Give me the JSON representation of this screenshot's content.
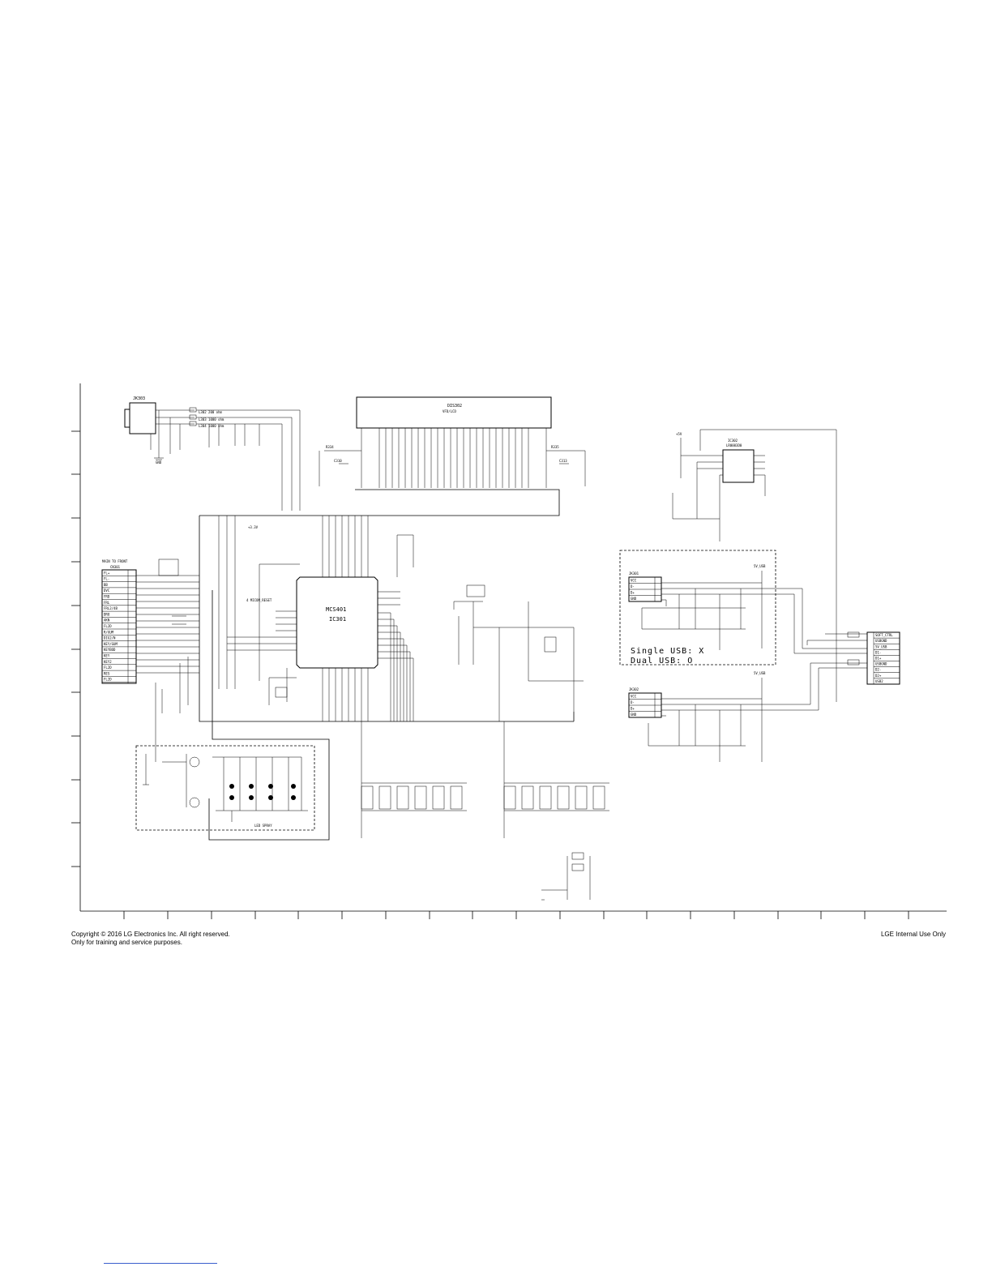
{
  "footer": {
    "copyright_line1": "Copyright © 2016 LG Electronics Inc. All right reserved.",
    "copyright_line2": "Only for training and service purposes.",
    "internal": "LGE Internal Use Only"
  },
  "schematic": {
    "ic_main": {
      "ref": "IC301",
      "part": "MCS401"
    },
    "ic_power": {
      "ref": "IC302",
      "part": "LR0003D0"
    },
    "display": {
      "ref": "DIS302",
      "part": "VFD/LCD"
    },
    "jack_top": "JK303",
    "connector_left": {
      "ref": "CN301",
      "title": "MAIN TO FRONT",
      "pins": [
        "FL+",
        "FL-",
        "BB",
        "DVC",
        "FRD",
        "FRL",
        "FRL2/4B",
        "DRO",
        "AKN",
        "FL2D",
        "R/GUM",
        "DIG2/N",
        "KEY/GUM",
        "KEYBOD",
        "KEY",
        "KEY2",
        "FL2D",
        "RES",
        "FL2D"
      ]
    },
    "connector_right": {
      "pins": [
        "SOFT_CTRL",
        "USBGND",
        "5V_USB",
        "D1-",
        "D1+",
        "USBGND",
        "D2-",
        "D2+",
        "USB2"
      ]
    },
    "usb_upper": {
      "ref": "JK301",
      "pins": [
        "VCC",
        "D-",
        "D+",
        "GND"
      ],
      "label": "5V_USB"
    },
    "usb_lower": {
      "ref": "JK302",
      "pins": [
        "VCC",
        "D-",
        "D+",
        "GND"
      ],
      "label": "5V_USB"
    },
    "usb_note_line1": "Single USB: X",
    "usb_note_line2": "Dual USB: O",
    "led_block": "LED SPRAY",
    "net_5v": "+5V",
    "net_4v": "+3.3V",
    "gnd": "GND"
  }
}
